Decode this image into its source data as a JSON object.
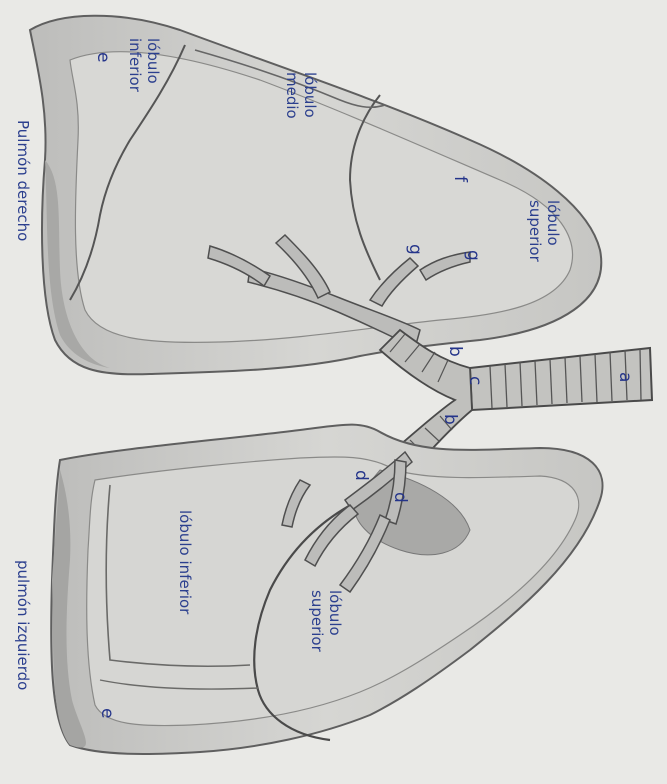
{
  "title_right_lung": "Pulmón derecho",
  "title_left_lung": "pulmón izquierdo",
  "right_lung": {
    "inferior_lobe": [
      "lóbulo",
      "inferior"
    ],
    "middle_lobe": [
      "lóbulo",
      "medio"
    ],
    "superior_lobe": [
      "lóbulo",
      "superior"
    ]
  },
  "left_lung": {
    "inferior_lobe": "lóbulo inferior",
    "superior_lobe": [
      "lóbulo",
      "superior"
    ]
  },
  "letters": {
    "a": "a",
    "b_right": "b",
    "b_left": "b",
    "c": "c",
    "d_left_1": "d",
    "d_left_2": "d",
    "e_right": "e",
    "e_left": "e",
    "f": "f",
    "g_1": "g",
    "g_2": "g"
  },
  "colors": {
    "paper": "#e9e9e6",
    "pencil": "#6f6f6f",
    "ink": "#2b3f8e"
  }
}
